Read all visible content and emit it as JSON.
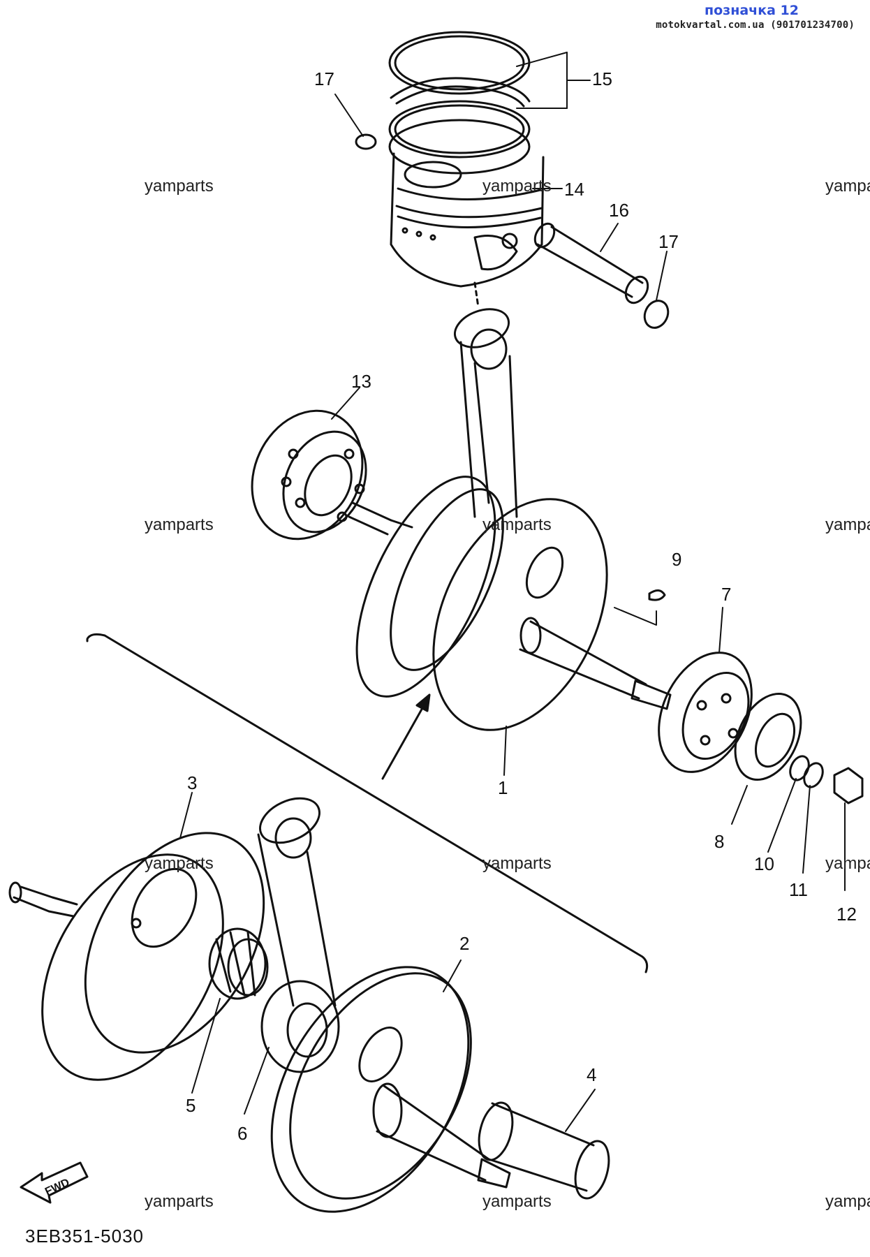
{
  "header": {
    "title": "позначка 12",
    "subtitle": "motokvartal.com.ua (901701234700)"
  },
  "watermark": "yamparts",
  "diagram_code": "3EB351-5030",
  "fwd_label": "FWD",
  "callouts": [
    "1",
    "2",
    "3",
    "4",
    "5",
    "6",
    "7",
    "8",
    "9",
    "10",
    "11",
    "12",
    "13",
    "14",
    "15",
    "16",
    "17",
    "17"
  ],
  "colors": {
    "ink": "#111111",
    "header_blue": "#2f4fd6"
  }
}
